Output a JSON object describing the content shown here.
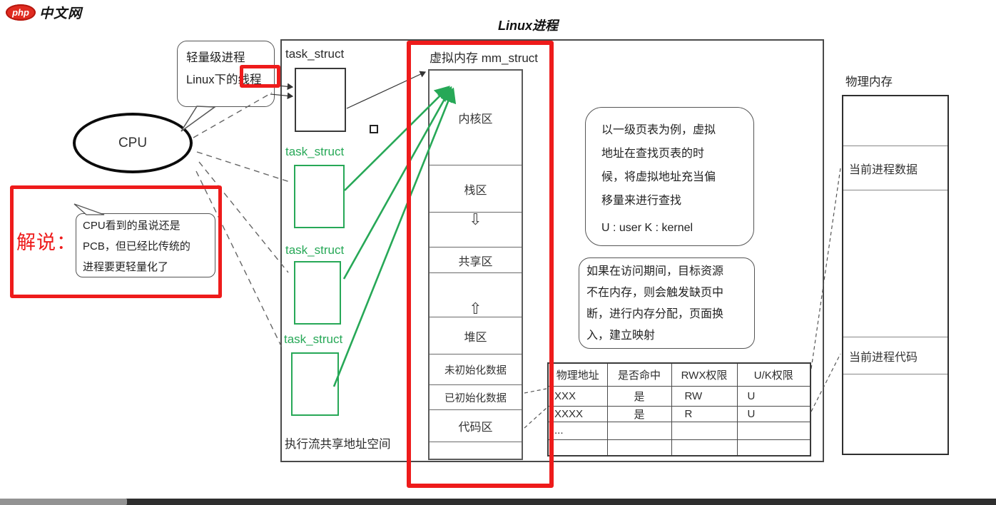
{
  "logo": {
    "badge": "php",
    "site": "中文网"
  },
  "title": "Linux进程",
  "cpu": {
    "label": "CPU"
  },
  "bubbles": {
    "lightweight": {
      "line1": "轻量级进程",
      "line2": "Linux下的线程"
    },
    "commentary_label": "解说：",
    "commentary": [
      "CPU看到的虽说还是",
      "PCB，但已经比传统的",
      "进程要更轻量化了"
    ],
    "page_table": {
      "lines": [
        "以一级页表为例，虚拟",
        "地址在查找页表的时",
        "候，将虚拟地址充当偏",
        "移量来进行查找"
      ],
      "legend": "U : user  K : kernel"
    },
    "page_fault": [
      "如果在访问期间，目标资源",
      "不在内存，则会触发缺页中",
      "断，进行内存分配，页面换",
      "入，建立映射"
    ]
  },
  "task_structs": {
    "black_label": "task_struct",
    "green_labels": [
      "task_struct",
      "task_struct",
      "task_struct"
    ]
  },
  "vm": {
    "title": "虚拟内存 mm_struct",
    "sections": {
      "kernel": "内核区",
      "stack": "栈区",
      "shared": "共享区",
      "heap": "堆区",
      "uninit": "未初始化数据",
      "init": "已初始化数据",
      "code": "代码区"
    }
  },
  "icons": {
    "down_arrow": "⇩",
    "up_arrow": "⇧"
  },
  "footer_label": "执行流共享地址空间",
  "page_table": {
    "headers": [
      "物理地址",
      "是否命中",
      "RWX权限",
      "U/K权限"
    ],
    "rows": [
      [
        "XXX",
        "是",
        "RW",
        "U"
      ],
      [
        "XXXX",
        "是",
        "R",
        "U"
      ],
      [
        "...",
        "",
        "",
        ""
      ],
      [
        "",
        "",
        "",
        ""
      ]
    ]
  },
  "physical_memory": {
    "title": "物理内存",
    "data_label": "当前进程数据",
    "code_label": "当前进程代码"
  },
  "colors": {
    "highlight_red": "#ee1b1b",
    "task_green": "#27a857"
  }
}
